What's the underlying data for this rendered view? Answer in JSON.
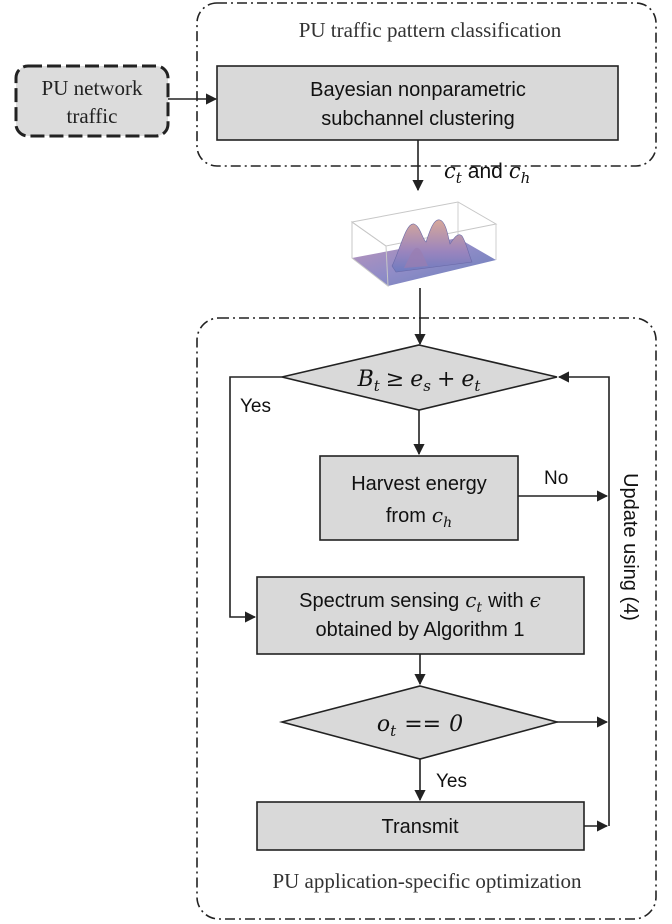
{
  "groups": {
    "classification_title": "PU traffic pattern classification",
    "optimization_title": "PU application-specific optimization"
  },
  "input": {
    "line1": "PU network",
    "line2": "traffic"
  },
  "clustering": {
    "line1": "Bayesian nonparametric",
    "line2": "subchannel clustering"
  },
  "cluster_output": {
    "var1": "c",
    "sub1": "t",
    "and": "and",
    "var2": "c",
    "sub2": "h"
  },
  "decision_energy": {
    "var": "B",
    "sub": "t",
    "op": "≥",
    "var2": "e",
    "sub2": "s",
    "plus": "+",
    "var3": "e",
    "sub3": "t"
  },
  "harvest": {
    "line1": "Harvest energy",
    "line2_prefix": "from",
    "var": "c",
    "sub": "h"
  },
  "sensing": {
    "line1_prefix": "Spectrum sensing",
    "var": "c",
    "sub": "t",
    "with": "with",
    "eps": "ϵ",
    "line2": "obtained by Algorithm 1"
  },
  "decision_occupancy": {
    "var": "o",
    "sub": "t",
    "op": "==",
    "value": "0"
  },
  "transmit": {
    "label": "Transmit"
  },
  "labels": {
    "yes_left": "Yes",
    "no": "No",
    "yes_bottom": "Yes",
    "update": "Update using (4)"
  }
}
